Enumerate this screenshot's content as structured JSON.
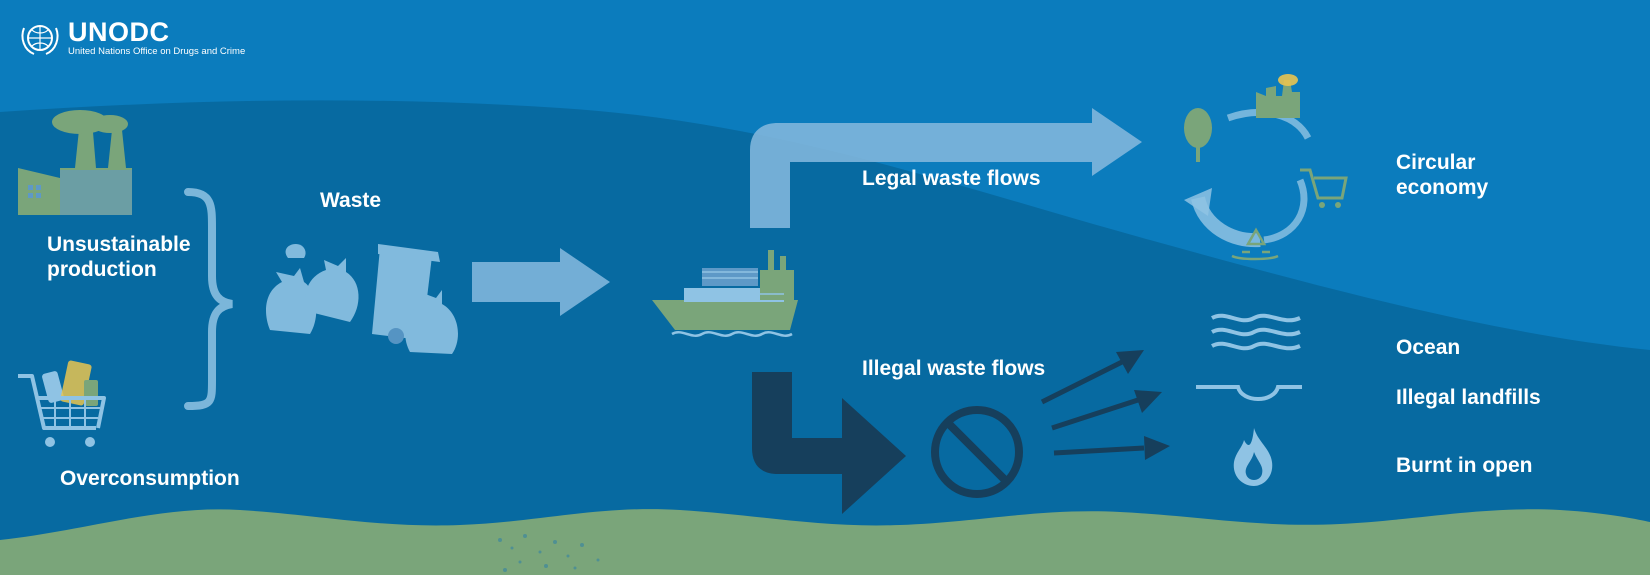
{
  "logo": {
    "name": "UNODC",
    "subtitle": "United Nations Office on Drugs and Crime"
  },
  "labels": {
    "unsustainable_production": "Unsustainable production",
    "overconsumption": "Overconsumption",
    "waste": "Waste",
    "legal_waste_flows": "Legal waste flows",
    "illegal_waste_flows": "Illegal waste flows",
    "circular_economy": "Circular economy",
    "ocean": "Ocean",
    "illegal_landfills": "Illegal landfills",
    "burnt_in_open": "Burnt in open"
  },
  "colors": {
    "sky": "#0b7cbd",
    "deep": "#076aa1",
    "ground": "#7aa57a",
    "pale_arrow": "#7fb6db",
    "dark_arrow": "#163f5c",
    "icon_blue": "#8fc3e4",
    "icon_green": "#7aa57a"
  },
  "icons": [
    "factory-icon",
    "shopping-cart-icon",
    "brace-icon",
    "trash-bags-icon",
    "cargo-ship-icon",
    "prohibited-icon",
    "circular-economy-icon",
    "waves-icon",
    "landfill-icon",
    "fire-icon"
  ]
}
